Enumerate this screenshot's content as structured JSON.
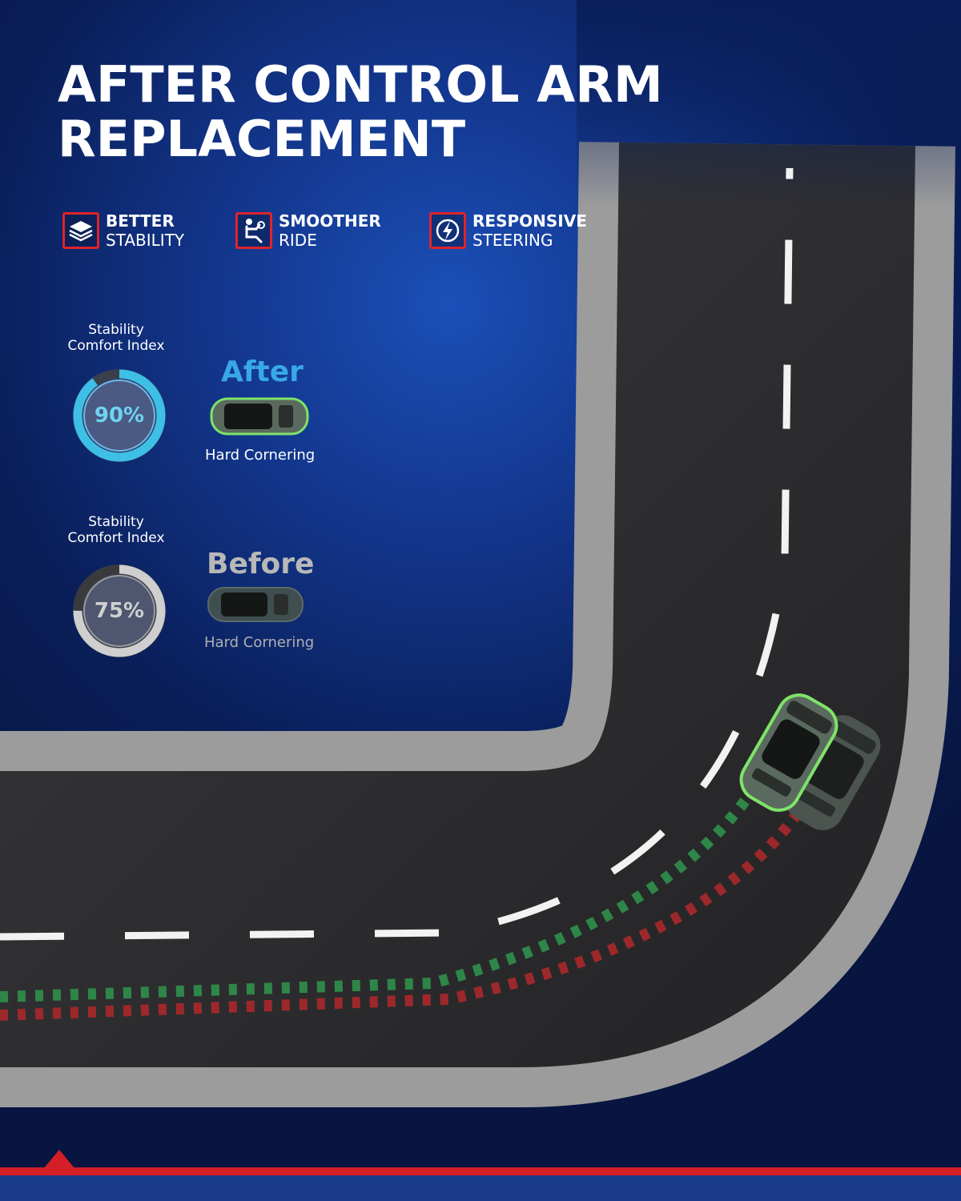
{
  "header": {
    "title_line1": "AFTER CONTROL ARM",
    "title_line2": "REPLACEMENT"
  },
  "features": [
    {
      "title": "BETTER",
      "subtitle": "STABILITY",
      "icon": "layers-icon"
    },
    {
      "title": "SMOOTHER",
      "subtitle": "RIDE",
      "icon": "driver-seat-icon"
    },
    {
      "title": "RESPONSIVE",
      "subtitle": "STEERING",
      "icon": "lightning-steering-icon"
    }
  ],
  "after": {
    "index_label_line1": "Stability",
    "index_label_line2": "Comfort Index",
    "value": "90%",
    "fraction": 0.9,
    "state": "After",
    "caption": "Hard Cornering",
    "color": "#3ec0e6"
  },
  "before": {
    "index_label_line1": "Stability",
    "index_label_line2": "Comfort Index",
    "value": "75%",
    "fraction": 0.75,
    "state": "Before",
    "caption": "Hard Cornering",
    "color": "#c8c8c8"
  },
  "colors": {
    "accent_red": "#e0232b",
    "green_path": "#2e8b4a",
    "red_path": "#a3282b",
    "road": "#2b2b2d",
    "curb": "#a7a7a7"
  }
}
